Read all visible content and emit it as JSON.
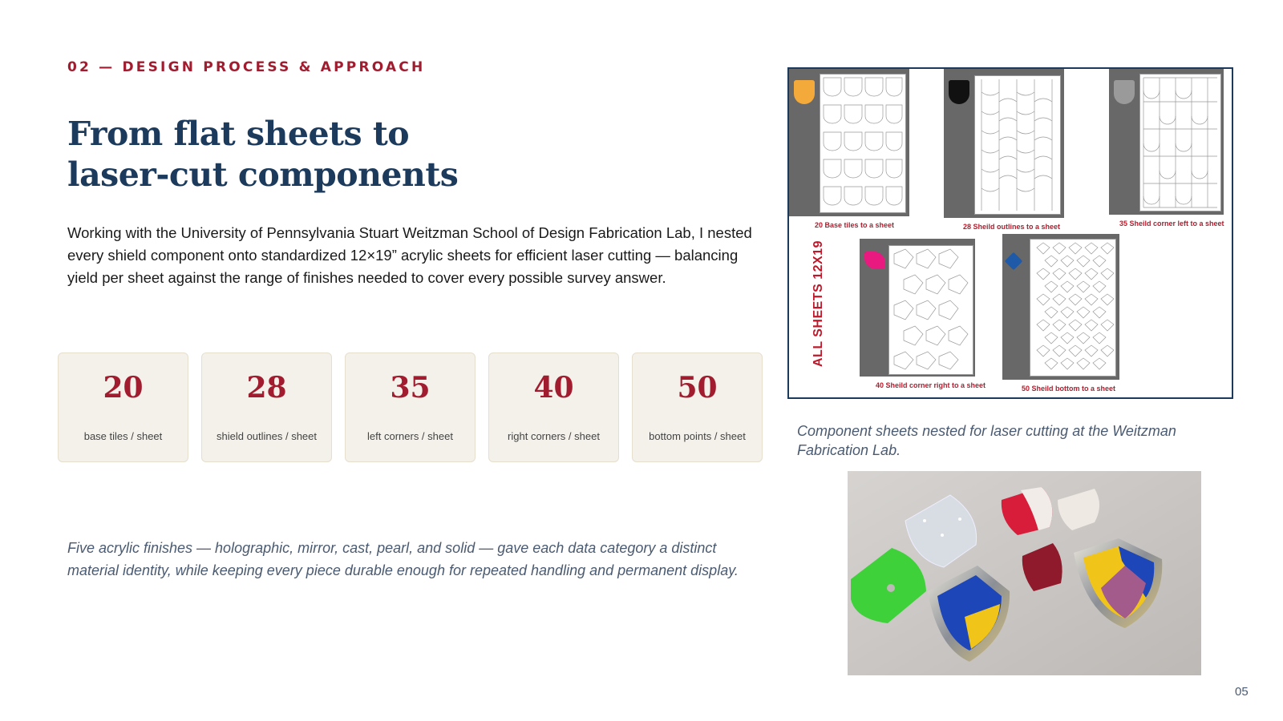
{
  "header": {
    "eyebrow": "02 — DESIGN PROCESS & APPROACH",
    "title_line1": "From flat sheets to",
    "title_line2": "laser-cut components"
  },
  "body": {
    "paragraph": "Working with the University of Pennsylvania Stuart Weitzman School of Design Fabrication Lab, I nested every shield component onto standardized 12×19” acrylic sheets for efficient laser cutting — balancing yield per sheet against the range of finishes needed to cover every possible survey answer."
  },
  "stats": [
    {
      "value": "20",
      "label": "base tiles / sheet"
    },
    {
      "value": "28",
      "label": "shield outlines / sheet"
    },
    {
      "value": "35",
      "label": "left corners / sheet"
    },
    {
      "value": "40",
      "label": "right corners / sheet"
    },
    {
      "value": "50",
      "label": "bottom points / sheet"
    }
  ],
  "footnote": "Five acrylic finishes — holographic, mirror, cast, pearl, and solid — gave each data category a distinct material identity, while keeping every piece durable enough for repeated handling and permanent display.",
  "figure": {
    "vertical_label": "ALL SHEETS 12X19",
    "sheet_captions": [
      "20 Base tiles to a sheet",
      "28 Sheild outlines to a sheet",
      "35 Sheild corner left to a sheet",
      "40 Sheild corner right to a sheet",
      "50 Sheild bottom to a sheet"
    ],
    "chip_colors": [
      "#f4a93b",
      "#111111",
      "#9a9a9a",
      "#e8197f",
      "#1f5aa8"
    ],
    "caption": "Component sheets nested for laser cutting at the Weitzman Fabrication Lab."
  },
  "page_number": "05"
}
